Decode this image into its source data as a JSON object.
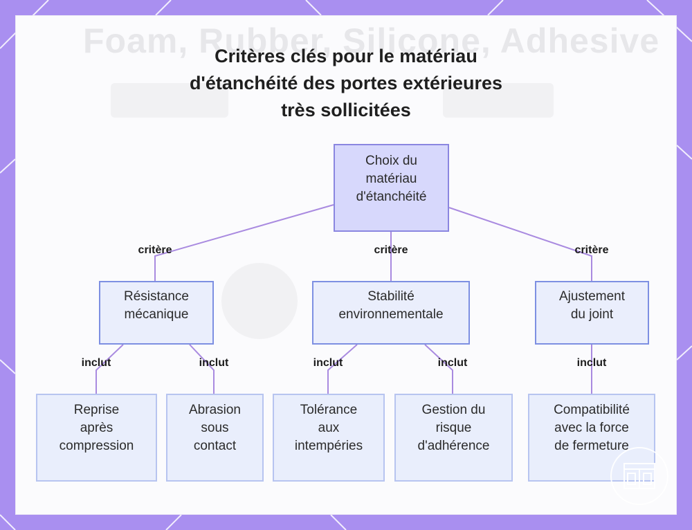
{
  "title_lines": [
    "Critères clés pour le matériau",
    "d'étanchéité des portes extérieures",
    "très sollicitées"
  ],
  "background_text": "Foam, Rubber, Silicone, Adhesive",
  "colors": {
    "frame": "#a98ff0",
    "card": "#fbfbfd",
    "connector": "#a98ae0",
    "root_fill": "#d7d8fc",
    "root_border": "#8a86e0",
    "mid_fill": "#eaeefc",
    "mid_border": "#7d8fe2",
    "leaf_fill": "#e9eefc",
    "leaf_border": "#b7c4f0"
  },
  "nodes": {
    "root": {
      "lines": [
        "Choix du",
        "matériau",
        "d'étanchéité"
      ]
    },
    "mech": {
      "lines": [
        "Résistance",
        "mécanique"
      ]
    },
    "env": {
      "lines": [
        "Stabilité",
        "environnementale"
      ]
    },
    "fit": {
      "lines": [
        "Ajustement",
        "du joint"
      ]
    },
    "recovery": {
      "lines": [
        "Reprise",
        "après",
        "compression"
      ]
    },
    "abrasion": {
      "lines": [
        "Abrasion",
        "sous",
        "contact"
      ]
    },
    "weather": {
      "lines": [
        "Tolérance",
        "aux",
        "intempéries"
      ]
    },
    "adhesion": {
      "lines": [
        "Gestion du",
        "risque",
        "d'adhérence"
      ]
    },
    "closing": {
      "lines": [
        "Compatibilité",
        "avec la force",
        "de fermeture"
      ]
    }
  },
  "edges": [
    {
      "from": "root",
      "to": "mech",
      "label": "critère"
    },
    {
      "from": "root",
      "to": "env",
      "label": "critère"
    },
    {
      "from": "root",
      "to": "fit",
      "label": "critère"
    },
    {
      "from": "mech",
      "to": "recovery",
      "label": "inclut"
    },
    {
      "from": "mech",
      "to": "abrasion",
      "label": "inclut"
    },
    {
      "from": "env",
      "to": "weather",
      "label": "inclut"
    },
    {
      "from": "env",
      "to": "adhesion",
      "label": "inclut"
    },
    {
      "from": "fit",
      "to": "closing",
      "label": "inclut"
    }
  ]
}
